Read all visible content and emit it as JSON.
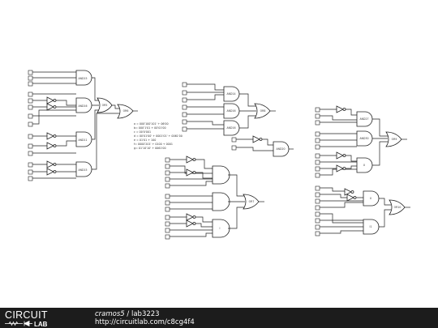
{
  "diagram": {
    "gate_labels": {
      "and_a1": "AND15",
      "and_a2": "AND16",
      "and_a3": "AND11",
      "and_a4": "AND15",
      "or_a1": "OR5",
      "or_a2": "OR6",
      "and_b1": "AND14",
      "and_b2": "AND16",
      "and_b3": "AND16",
      "or_b1": "OR8",
      "and_b4": "AND20",
      "or_c1": "OR7",
      "gate_c1": "I",
      "and_d1": "AND27",
      "and_d2": "AND30",
      "or_d1": "OR9",
      "gate_d1": "X",
      "gate_d2": "X",
      "gate_d3": "I1",
      "or_d2": "OR10"
    },
    "equations": [
      "a = 000'100'101' + 06'00",
      "b= 000'1'01 + 00'01'00",
      "c = 00'0'001",
      "d = 00'01'00' + 0001'01' + 0061'00",
      "e = 01'01 + 100",
      "f= 0000'201' + 0100 + 0001",
      "g= 01'10'10' + 0061'00"
    ]
  },
  "footer": {
    "brand_top": "CIRCUIT",
    "brand_bottom": "LAB",
    "author": "cramos5",
    "separator": "/",
    "project": "lab3223",
    "url": "http://circuitlab.com/c8cg4f4"
  }
}
